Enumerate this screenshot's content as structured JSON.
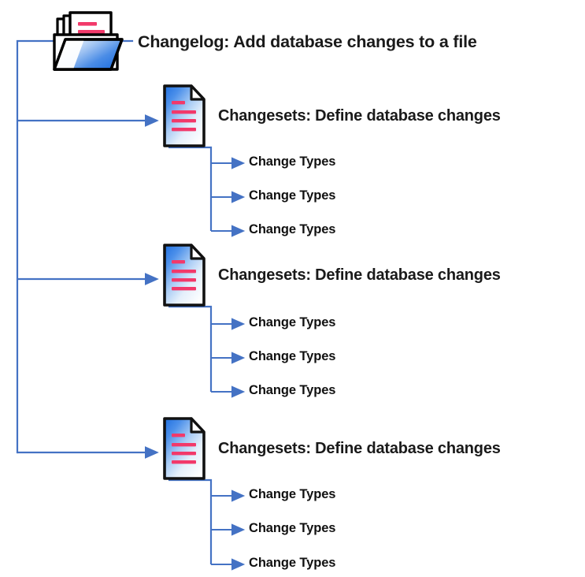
{
  "diagram": {
    "type": "tree",
    "orientation": "left-to-right",
    "background_color": "#ffffff",
    "connector_color": "#4472C4",
    "text_color": "#1a1a1a",
    "icon_colors": {
      "document_blue": "#2F7BE0",
      "document_line_pink": "#F2396A",
      "folder_blue": "#2F6FD8",
      "outline_black": "#000000"
    },
    "root": {
      "icon": "folder-with-documents-icon",
      "label": "Changelog: Add database changes to a file"
    },
    "branches": [
      {
        "icon": "document-icon",
        "label": "Changesets: Define database changes",
        "leaves": [
          {
            "icon": "arrow-right-icon",
            "label": "Change Types"
          },
          {
            "icon": "arrow-right-icon",
            "label": "Change Types"
          },
          {
            "icon": "arrow-right-icon",
            "label": "Change Types"
          }
        ]
      },
      {
        "icon": "document-icon",
        "label": "Changesets: Define database changes",
        "leaves": [
          {
            "icon": "arrow-right-icon",
            "label": "Change Types"
          },
          {
            "icon": "arrow-right-icon",
            "label": "Change Types"
          },
          {
            "icon": "arrow-right-icon",
            "label": "Change Types"
          }
        ]
      },
      {
        "icon": "document-icon",
        "label": "Changesets: Define database changes",
        "leaves": [
          {
            "icon": "arrow-right-icon",
            "label": "Change Types"
          },
          {
            "icon": "arrow-right-icon",
            "label": "Change Types"
          },
          {
            "icon": "arrow-right-icon",
            "label": "Change Types"
          }
        ]
      }
    ]
  }
}
